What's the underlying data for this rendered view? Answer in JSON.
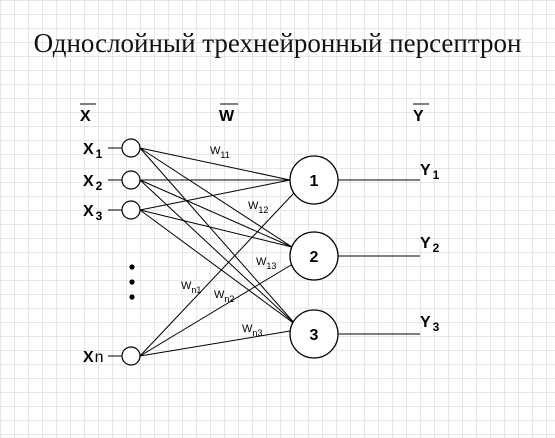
{
  "title": "Однослойный трехнейронный персептрон",
  "headers": {
    "x": "X",
    "w": "W",
    "y": "Y"
  },
  "inputs": [
    {
      "base": "X",
      "sub": "1"
    },
    {
      "base": "X",
      "sub": "2"
    },
    {
      "base": "X",
      "sub": "3"
    },
    {
      "base": "X",
      "sub": "n"
    }
  ],
  "ellipsis": "⋮",
  "neurons": [
    "1",
    "2",
    "3"
  ],
  "outputs": [
    {
      "base": "Y",
      "sub": "1"
    },
    {
      "base": "Y",
      "sub": "2"
    },
    {
      "base": "Y",
      "sub": "3"
    }
  ],
  "weights": [
    {
      "base": "W",
      "sub": "11"
    },
    {
      "base": "W",
      "sub": "12"
    },
    {
      "base": "W",
      "sub": "13"
    },
    {
      "base": "W",
      "sub": "n1"
    },
    {
      "base": "W",
      "sub": "n2"
    },
    {
      "base": "W",
      "sub": "n3"
    }
  ]
}
